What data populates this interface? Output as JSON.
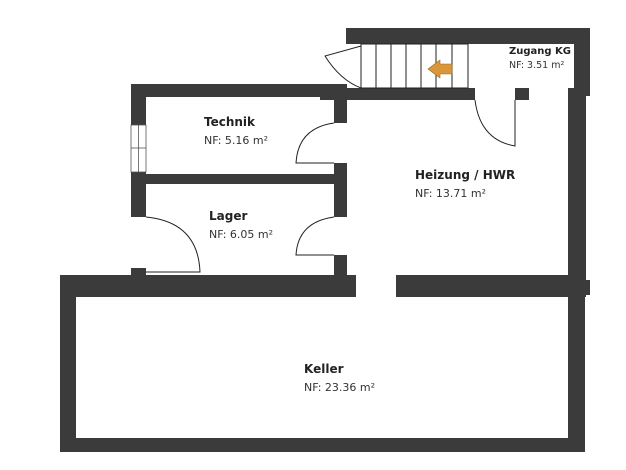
{
  "colors": {
    "wall": "#3b3b3b",
    "arrow": "#d9963a",
    "background": "#ffffff"
  },
  "rooms": [
    {
      "name": "Zugang KG",
      "area": "NF: 3.51 m²"
    },
    {
      "name": "Technik",
      "area": "NF: 5.16 m²"
    },
    {
      "name": "Heizung / HWR",
      "area": "NF: 13.71 m²"
    },
    {
      "name": "Lager",
      "area": "NF: 6.05 m²"
    },
    {
      "name": "Keller",
      "area": "NF: 23.36 m²"
    }
  ]
}
